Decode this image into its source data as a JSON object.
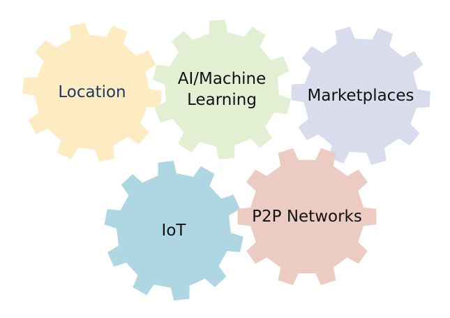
{
  "gears": [
    {
      "id": "location",
      "label_lines": [
        "Location"
      ],
      "fill": "#fdecc1",
      "text_color": "#1f3864",
      "teeth": 10
    },
    {
      "id": "ai-ml",
      "label_lines": [
        "AI/Machine",
        "Learning"
      ],
      "fill": "#e3efd3",
      "text_color": "#111111",
      "teeth": 10
    },
    {
      "id": "marketplaces",
      "label_lines": [
        "Marketplaces"
      ],
      "fill": "#d8dced",
      "text_color": "#111111",
      "teeth": 10
    },
    {
      "id": "iot",
      "label_lines": [
        "IoT"
      ],
      "fill": "#aed7e3",
      "text_color": "#111111",
      "teeth": 10
    },
    {
      "id": "p2p-networks",
      "label_lines": [
        "P2P Networks"
      ],
      "fill": "#ecccc2",
      "text_color": "#111111",
      "teeth": 10
    }
  ]
}
